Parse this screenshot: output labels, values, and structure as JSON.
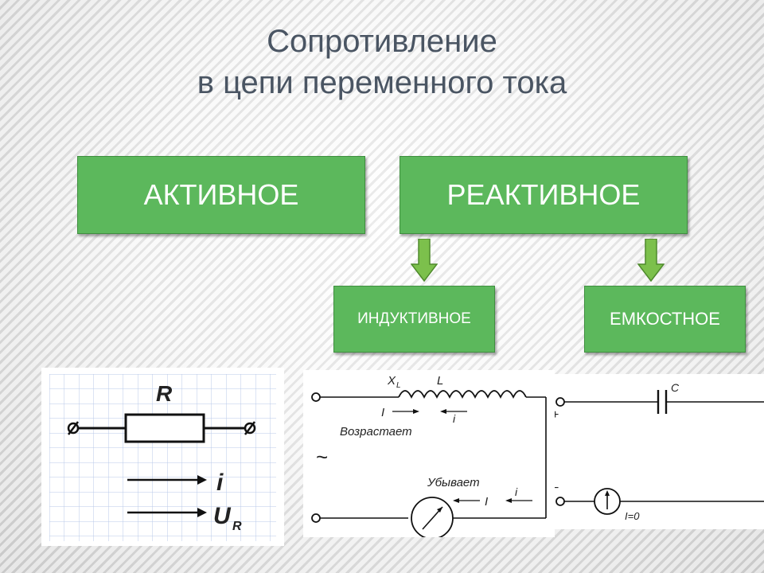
{
  "title": {
    "line1": "Сопротивление",
    "line2": "в цепи переменного тока"
  },
  "boxes": {
    "active": "АКТИВНОЕ",
    "reactive": "РЕАКТИВНОЕ",
    "inductive": "ИНДУКТИВНОЕ",
    "capacitive": "ЕМКОСТНОЕ"
  },
  "resistor_diagram": {
    "r_label": "R",
    "current_label": "i",
    "voltage_label": "U",
    "voltage_sub": "R"
  },
  "inductor_diagram": {
    "xl_label": "X",
    "xl_sub": "L",
    "l_label": "L",
    "current_big": "I",
    "current_small": "i",
    "increasing": "Возрастает",
    "decreasing": "Убывает",
    "current_big_2": "I",
    "current_small_2": "i",
    "ac_symbol": "~"
  },
  "capacitor_diagram": {
    "c_label": "C",
    "plus": "+",
    "minus": "−",
    "zero_current": "I=0"
  },
  "colors": {
    "box_green": "#5cb85c",
    "title_gray": "#4a5563",
    "grid_blue": "#b8c8e8"
  }
}
